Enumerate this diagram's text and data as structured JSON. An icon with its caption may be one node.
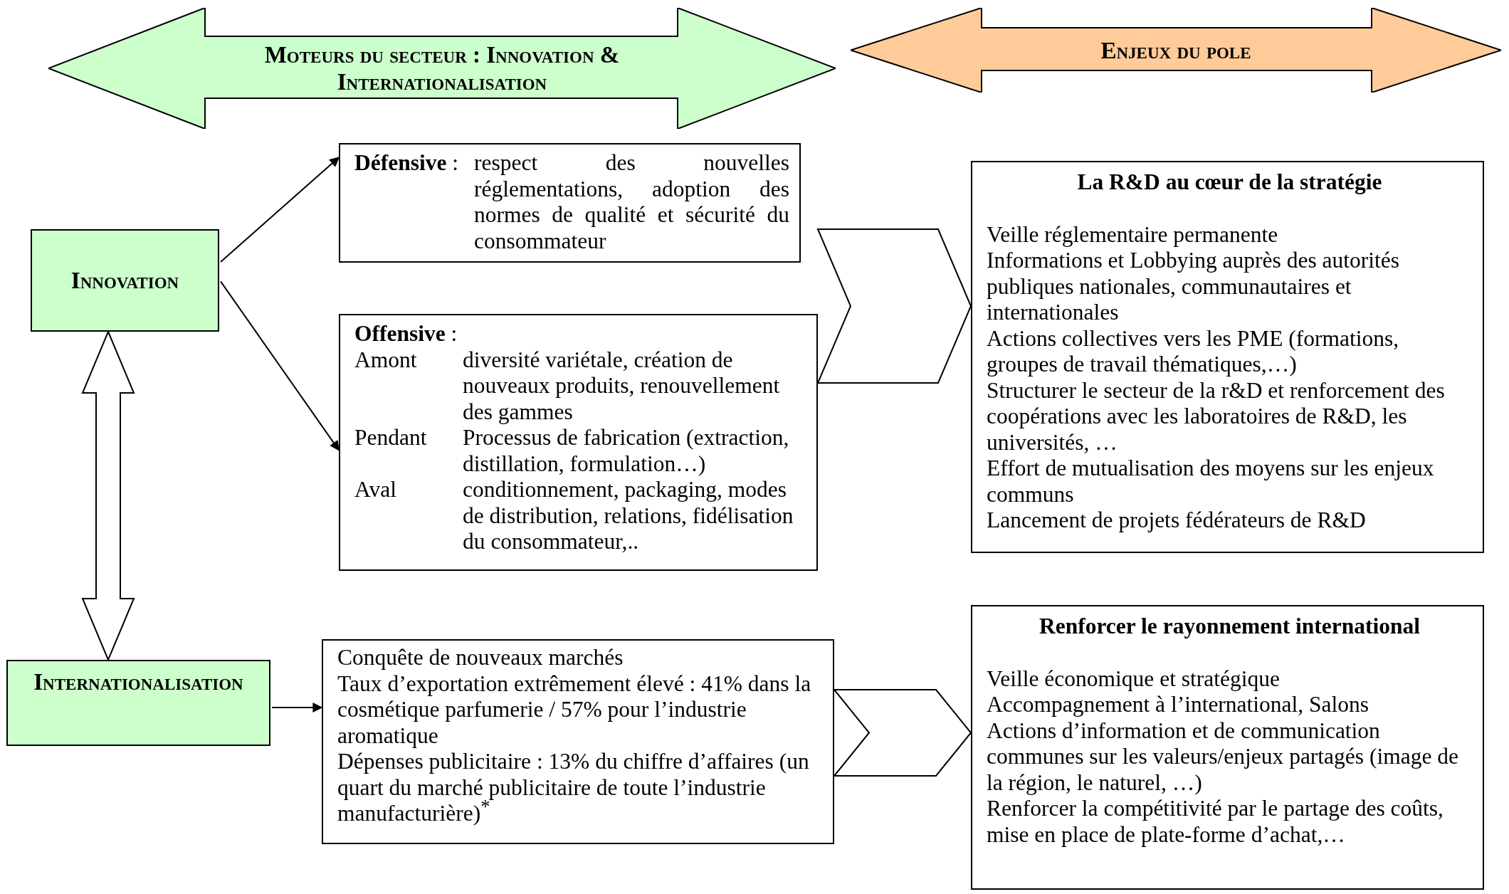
{
  "diagram": {
    "nodes": [
      {
        "text": [
          "Moteurs du secteur : Innovation & Internationalisation"
        ]
      },
      {
        "text": [
          "Enjeux du pole"
        ]
      },
      {
        "text": [
          "Innovation"
        ]
      },
      {
        "text": [
          "**Défensive** :",
          "respect des nouvelles réglementations, adoption des normes de qualité et sécurité du consommateur"
        ]
      },
      {
        "text": [
          "**Offensive** :",
          "Amont",
          "diversité variétale, création de nouveaux produits, renouvellement des gammes",
          "Pendant",
          "Processus de fabrication (extraction, distillation, formulation…)",
          "Aval",
          "conditionnement, packaging, modes de distribution, relations, fidélisation du consommateur,.."
        ]
      },
      {
        "text": [
          "Internationalisation"
        ]
      },
      {
        "text": [
          "Conquête de nouveaux marchés",
          "Taux d’exportation extrêmement élevé : 41% dans la cosmétique parfumerie / 57% pour l’industrie aromatique",
          "Dépenses publicitaire : 13% du chiffre d’affaires (un quart du marché publicitaire de toute l’industrie manufacturière)$^{*}$"
        ]
      },
      {
        "text": [
          "La R&D au cœur de la stratégie",
          "Veille réglementaire permanente",
          "Informations et Lobbying auprès des autorités publiques nationales, communautaires et internationales",
          "Actions collectives vers les PME (formations, groupes de travail thématiques,…)",
          "Structurer le secteur de la r&D et renforcement des coopérations avec les laboratoires de R&D, les universités, …",
          "Effort de mutualisation des moyens sur les enjeux communs",
          "Lancement de projets fédérateurs de R&D"
        ]
      },
      {
        "text": [
          "Renforcer le rayonnement international",
          "Veille économique et stratégique",
          "Accompagnement à l’international, Salons",
          "Actions d’information et de communication communes sur les valeurs/enjeux partagés (image de la région, le naturel, …)",
          "Renforcer la compétitivité par le partage des coûts, mise en place de plate-forme d’achat,…"
        ]
      }
    ],
    "edges": [
      {
        "from": 2,
        "to": 3,
        "arrow": "to"
      },
      {
        "from": 2,
        "to": 4,
        "arrow": "to"
      },
      {
        "from": 2,
        "to": 5,
        "arrow": "both"
      },
      {
        "from": 5,
        "to": 6,
        "arrow": "to"
      },
      {
        "from": 4,
        "to": 7,
        "arrow": "to"
      },
      {
        "from": 6,
        "to": 8,
        "arrow": "to"
      }
    ]
  }
}
